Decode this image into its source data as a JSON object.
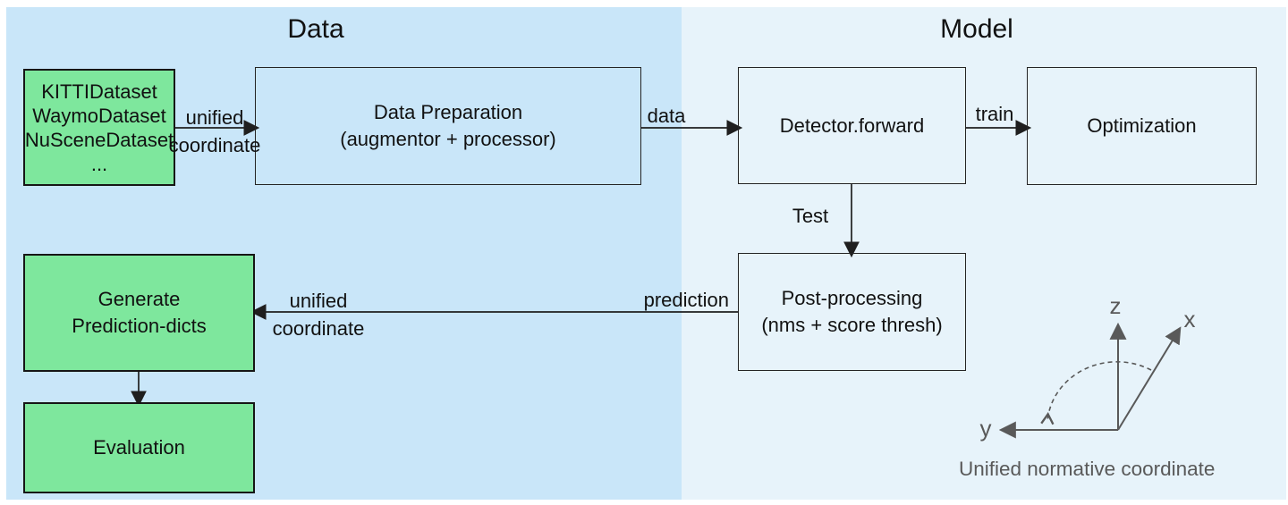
{
  "titles": {
    "data": "Data",
    "model": "Model"
  },
  "boxes": {
    "datasets": {
      "lines": [
        "KITTIDataset",
        "WaymoDataset",
        "NuSceneDataset",
        "..."
      ]
    },
    "data_preparation": {
      "lines": [
        "Data Preparation",
        "(augmentor + processor)"
      ]
    },
    "detector": {
      "label": "Detector.forward"
    },
    "optimization": {
      "label": "Optimization"
    },
    "post_processing": {
      "lines": [
        "Post-processing",
        "(nms + score thresh)"
      ]
    },
    "generate_prediction": {
      "lines": [
        "Generate",
        "Prediction-dicts"
      ]
    },
    "evaluation": {
      "label": "Evaluation"
    }
  },
  "edge_labels": {
    "datasets_to_preparation": {
      "line1": "unified",
      "line2": "coordinate"
    },
    "preparation_to_detector": "data",
    "detector_to_optimization": "train",
    "detector_to_postprocessing": "Test",
    "postprocessing_to_generate": {
      "right": "prediction",
      "line1": "unified",
      "line2": "coordinate"
    }
  },
  "axes": {
    "z": "z",
    "x": "x",
    "y": "y",
    "caption": "Unified normative coordinate"
  },
  "colors": {
    "data_section_bg": "#c9e6f9",
    "model_section_bg": "#e7f3fa",
    "dataset_box_green": "#7ee79d",
    "box_outline": "#242424",
    "arrow": "#1f1f1f",
    "axes_gray": "#595959"
  }
}
